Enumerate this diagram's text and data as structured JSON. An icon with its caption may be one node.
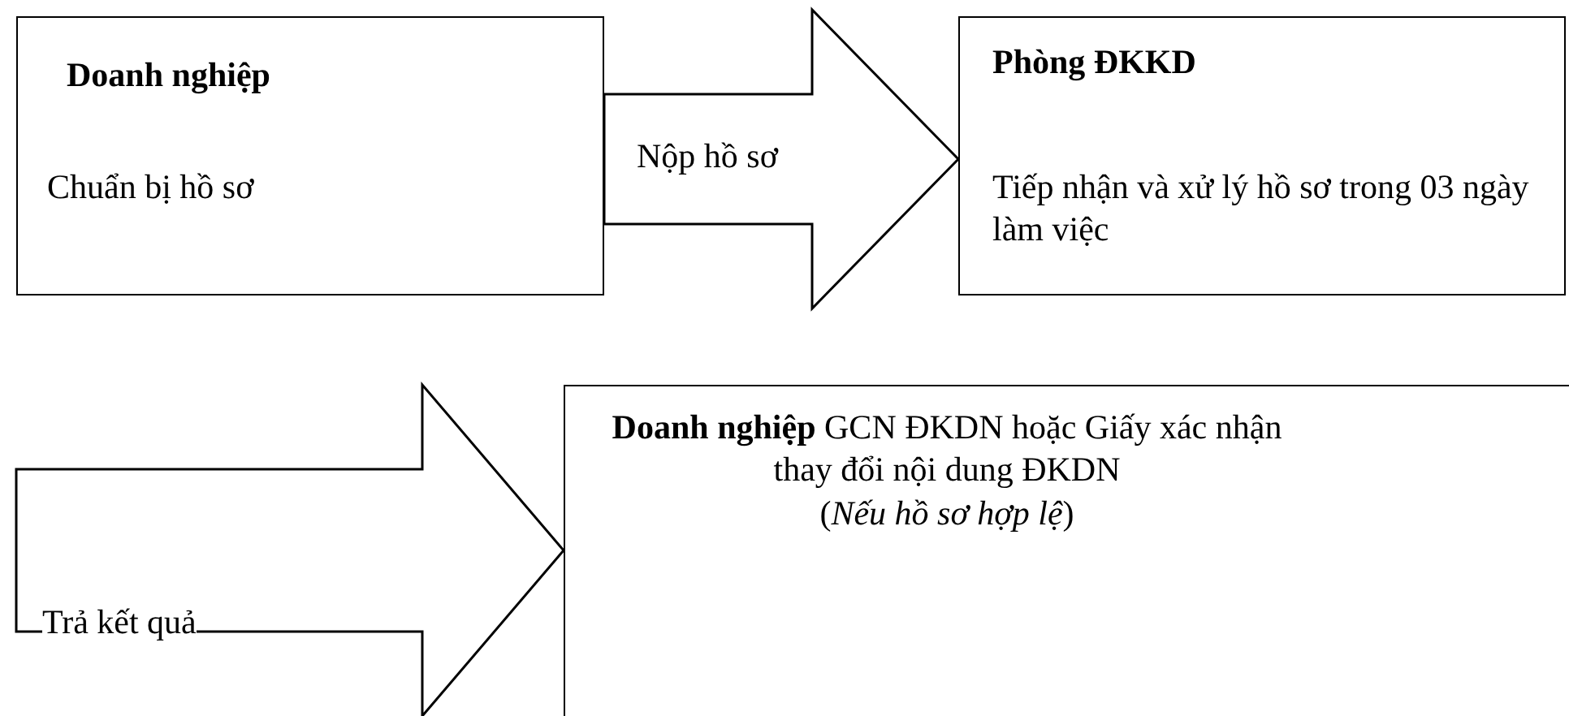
{
  "diagram": {
    "nodes": [
      {
        "text": [
          "Doanh nghiệp",
          "Chuẩn bị hồ sơ"
        ]
      },
      {
        "text": [
          "Phòng ĐKKD",
          "Tiếp nhận và xử lý hồ sơ trong 03 ngày làm việc"
        ]
      },
      {
        "text": [
          "**Doanh nghiệp** GCN ĐKDN hoặc Giấy xác nhận thay đổi nội dung ĐKDN",
          "(*Nếu hồ sơ hợp lệ*)"
        ]
      }
    ],
    "edges": [
      {
        "from": 0,
        "to": 1,
        "arrow": "to",
        "label": "Nộp hồ sơ",
        "style": "thick"
      },
      {
        "from": null,
        "to": 2,
        "arrow": "to",
        "label": "Trả kết quả",
        "style": "thick"
      }
    ]
  }
}
